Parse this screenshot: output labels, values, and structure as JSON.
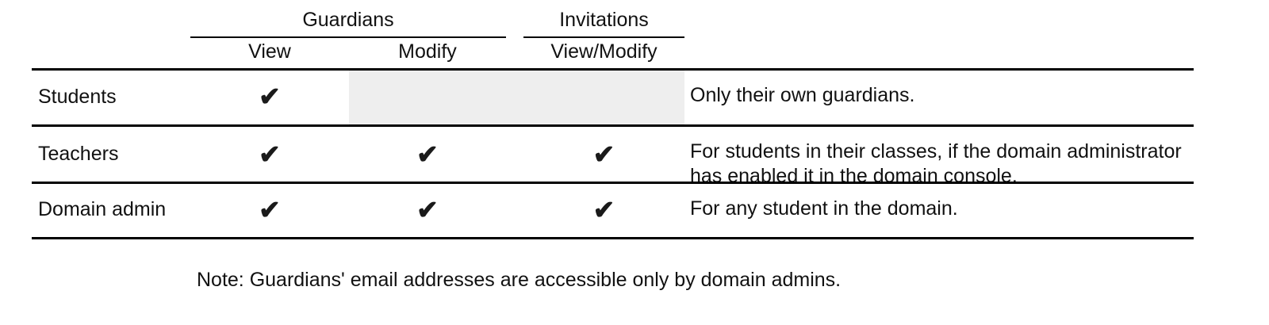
{
  "table": {
    "column_groups": [
      {
        "label": "Guardians",
        "name": "guardians"
      },
      {
        "label": "Invitations",
        "name": "invitations"
      }
    ],
    "subheaders": [
      {
        "label": "View",
        "name": "view"
      },
      {
        "label": "Modify",
        "name": "modify"
      },
      {
        "label": "View/Modify",
        "name": "invite"
      }
    ],
    "check_glyph": "✔",
    "rows": [
      {
        "label": "Students",
        "guardians_view": true,
        "guardians_modify": false,
        "invitations_view_modify": false,
        "shaded": true,
        "description": "Only their own guardians."
      },
      {
        "label": "Teachers",
        "guardians_view": true,
        "guardians_modify": true,
        "invitations_view_modify": true,
        "shaded": false,
        "description": "For students in their classes, if the domain administrator has enabled it in the domain console."
      },
      {
        "label": "Domain admin",
        "guardians_view": true,
        "guardians_modify": true,
        "invitations_view_modify": true,
        "shaded": false,
        "description": "For any student in the domain."
      }
    ]
  },
  "note": "Note: Guardians' email addresses are accessible only by domain admins.",
  "colors": {
    "rule": "#000000",
    "shade": "#eeeeee",
    "text": "#111111",
    "background": "#ffffff"
  }
}
